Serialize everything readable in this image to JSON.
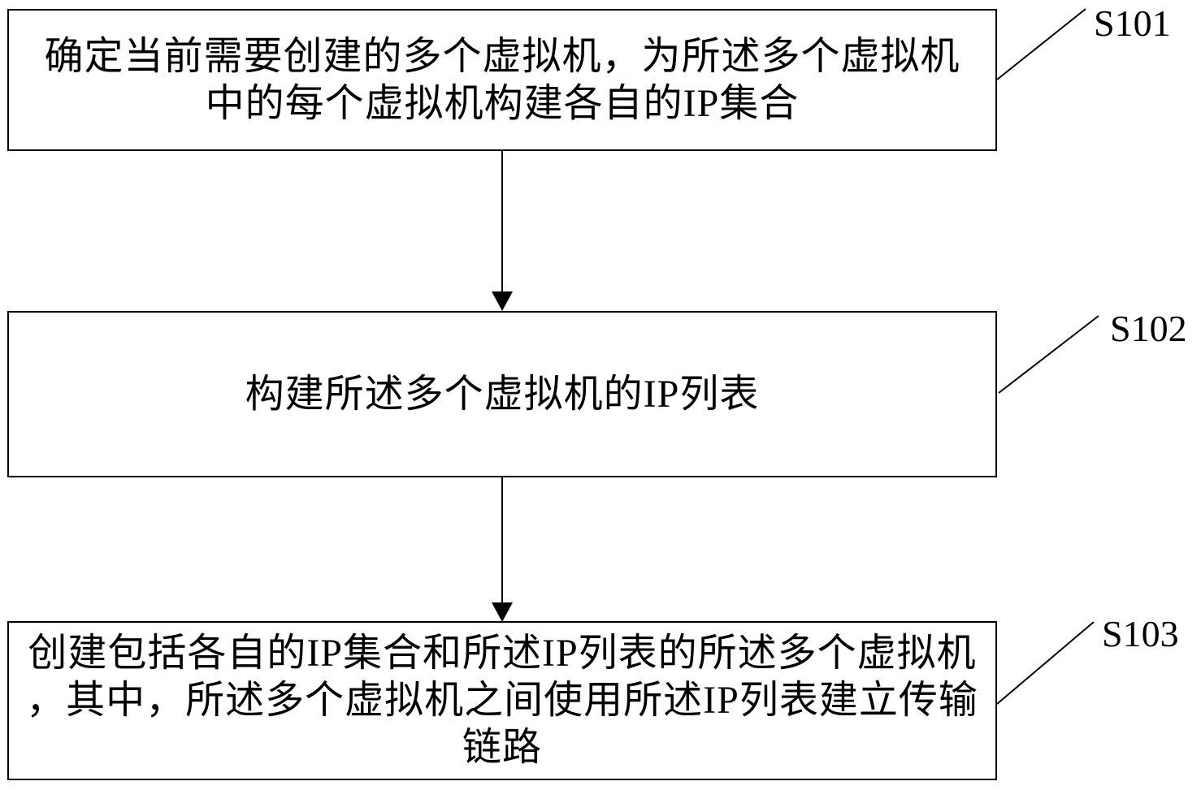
{
  "flowchart": {
    "steps": [
      {
        "label": "S101",
        "text": "确定当前需要创建的多个虚拟机，为所述多个虚拟机中的每个虚拟机构建各自的IP集合",
        "lines": [
          "确定当前需要创建的多个虚拟机，为所述多个虚拟机",
          "中的每个虚拟机构建各自的IP集合"
        ]
      },
      {
        "label": "S102",
        "text": "构建所述多个虚拟机的IP列表",
        "lines": [
          "构建所述多个虚拟机的IP列表"
        ]
      },
      {
        "label": "S103",
        "text": "创建包括各自的IP集合和所述IP列表的所述多个虚拟机，其中，所述多个虚拟机之间使用所述IP列表建立传输链路",
        "lines": [
          "创建包括各自的IP集合和所述IP列表的所述多个虚拟机",
          "，其中，所述多个虚拟机之间使用所述IP列表建立传输",
          "链路"
        ]
      }
    ],
    "colors": {
      "line": "#000000",
      "text": "#000000",
      "background": "#ffffff"
    }
  }
}
